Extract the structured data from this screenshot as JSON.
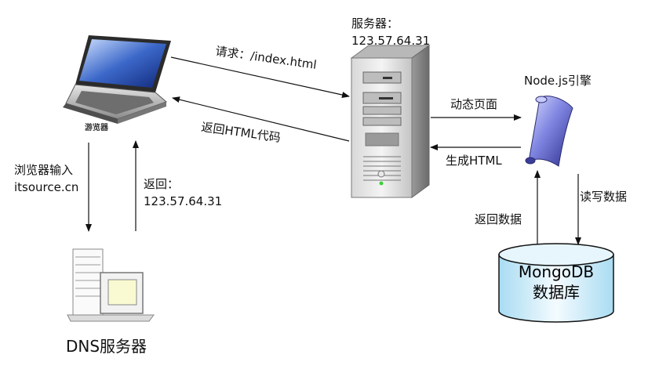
{
  "nodes": {
    "browser": {
      "label": "游览器"
    },
    "server": {
      "title": "服务器：",
      "ip": "123.57.64.31"
    },
    "node_engine": {
      "label": "Node.js引擎"
    },
    "dns": {
      "label": "DNS服务器"
    },
    "mongodb": {
      "line1": "MongoDB",
      "line2": "数据库"
    }
  },
  "edges": {
    "request": "请求：/index.html",
    "return_html": "返回HTML代码",
    "dynamic_page": "动态页面",
    "generate_html": "生成HTML",
    "read_write": "读写数据",
    "return_data": "返回数据",
    "browser_input": {
      "line1": "浏览器输入",
      "line2": "itsource.cn"
    },
    "dns_return": {
      "line1": "返回：",
      "line2": "123.57.64.31"
    }
  }
}
